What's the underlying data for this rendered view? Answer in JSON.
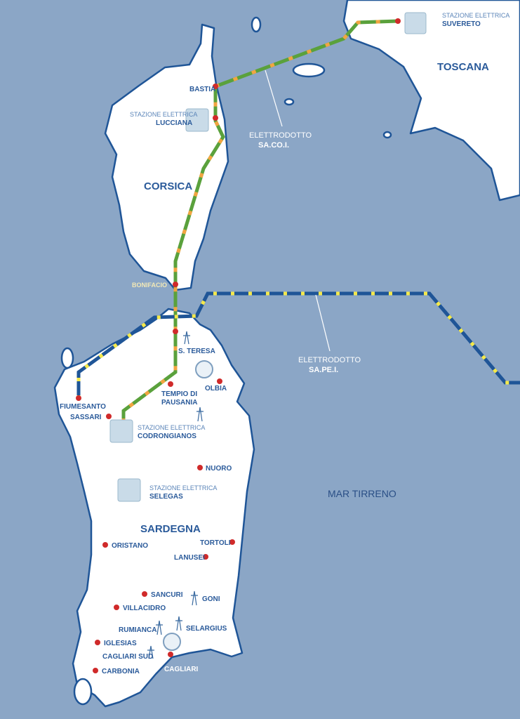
{
  "regions": {
    "corsica": "CORSICA",
    "sardegna": "SARDEGNA",
    "toscana": "TOSCANA"
  },
  "sea": "MAR TIRRENO",
  "stations": [
    {
      "prefix": "STAZIONE ELETTRICA",
      "name": "SUVERETO"
    },
    {
      "prefix": "STAZIONE ELETTRICA",
      "name": "LUCCIANA"
    },
    {
      "prefix": "STAZIONE ELETTRICA",
      "name": "CODRONGIANOS"
    },
    {
      "prefix": "STAZIONE ELETTRICA",
      "name": "SELEGAS"
    }
  ],
  "lines": [
    {
      "prefix": "ELETTRODOTTO",
      "name": "SA.CO.I.",
      "colors": [
        "#5aa13c",
        "#f2a541"
      ]
    },
    {
      "prefix": "ELETTRODOTTO",
      "name": "SA.PE.I.",
      "colors": [
        "#1f5597",
        "#f5e94a"
      ]
    }
  ],
  "cities": [
    "BASTIA",
    "BONIFACIO",
    "S. TERESA",
    "OLBIA",
    "TEMPIO DI",
    "PAUSANIA",
    "FIUMESANTO",
    "SASSARI",
    "NUORO",
    "ORISTANO",
    "TORTOLI",
    "LANUSEI",
    "SANCURI",
    "VILLACIDRO",
    "GONI",
    "RUMIANCA",
    "SELARGIUS",
    "IGLESIAS",
    "CAGLIARI SUD",
    "CARBONIA",
    "CAGLIARI"
  ],
  "colors": {
    "sea": "#8ba6c6",
    "land": "#ffffff",
    "coast": "#1f5597",
    "city": "#d02a2a"
  }
}
